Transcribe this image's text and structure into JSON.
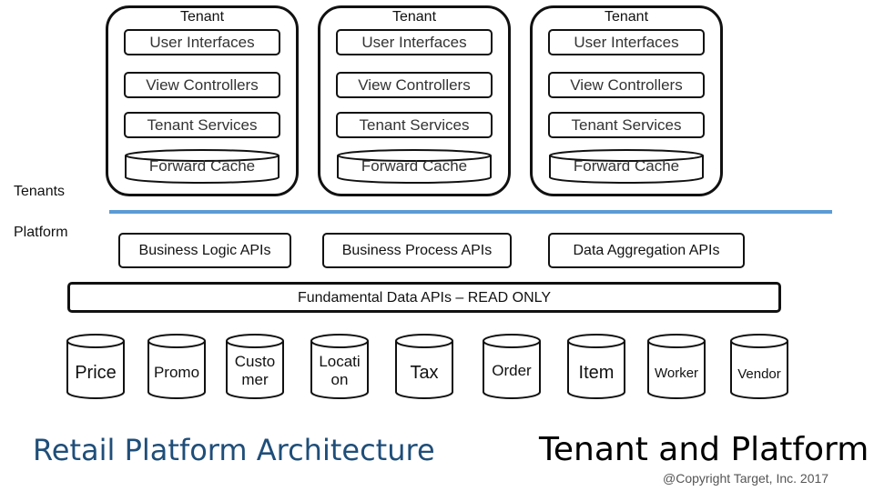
{
  "tenants": [
    {
      "title": "Tenant",
      "ui": "User Interfaces",
      "controllers": "View Controllers",
      "services": "Tenant Services",
      "cache": "Forward Cache"
    },
    {
      "title": "Tenant",
      "ui": "User Interfaces",
      "controllers": "View Controllers",
      "services": "Tenant Services",
      "cache": "Forward Cache"
    },
    {
      "title": "Tenant",
      "ui": "User Interfaces",
      "controllers": "View Controllers",
      "services": "Tenant Services",
      "cache": "Forward Cache"
    }
  ],
  "labels": {
    "tenants": "Tenants",
    "platform": "Platform"
  },
  "apis": [
    "Business Logic APIs",
    "Business Process APIs",
    "Data Aggregation APIs"
  ],
  "fundamental": "Fundamental Data APIs – READ ONLY",
  "databases": [
    "Price",
    "Promo",
    "Custo\nmer",
    "Locati\non",
    "Tax",
    "Order",
    "Item",
    "Worker",
    "Vendor"
  ],
  "footer": {
    "left_title": "Retail Platform Architecture",
    "right_title": "Tenant and Platform",
    "copyright": "@Copyright Target, Inc. 2017"
  },
  "colors": {
    "divider": "#5b9bd5",
    "left_title": "#1f4e79"
  }
}
